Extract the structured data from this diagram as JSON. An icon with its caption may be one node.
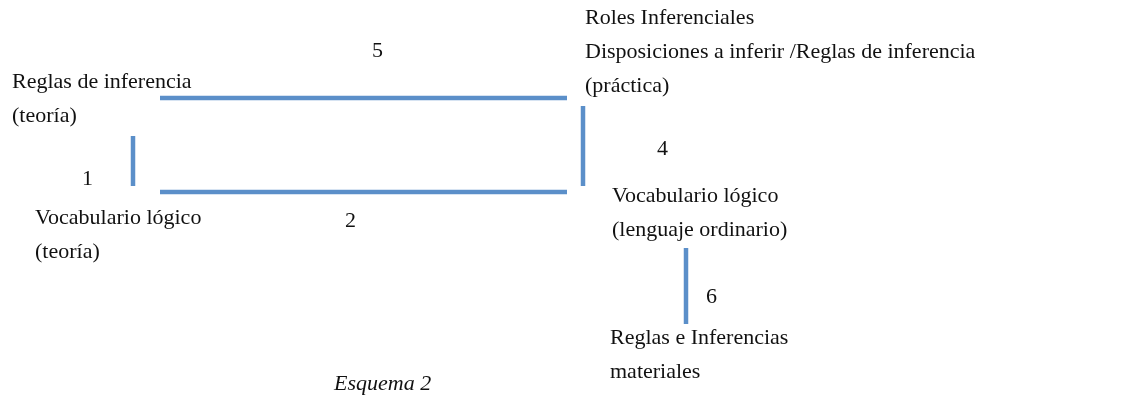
{
  "diagram": {
    "caption": "Esquema 2",
    "nodes": [
      {
        "text": [
          "Reglas de inferencia (teoría)"
        ]
      },
      {
        "text": [
          "Vocabulario lógico (teoría)"
        ]
      },
      {
        "text": [
          "Roles Inferenciales",
          "Disposiciones a inferir /Reglas de inferencia (práctica)"
        ]
      },
      {
        "text": [
          "Vocabulario lógico (lenguaje ordinario)"
        ]
      },
      {
        "text": [
          "Reglas e Inferencias materiales"
        ]
      }
    ],
    "edges": [
      {
        "from": 0,
        "to": 1,
        "arrow": "none",
        "label": "1"
      },
      {
        "from": 1,
        "to": 3,
        "arrow": "none",
        "label": "2"
      },
      {
        "from": 2,
        "to": 3,
        "arrow": "none",
        "label": "4"
      },
      {
        "from": 0,
        "to": 2,
        "arrow": "none",
        "label": "5"
      },
      {
        "from": 3,
        "to": 4,
        "arrow": "none",
        "label": "6"
      }
    ]
  }
}
